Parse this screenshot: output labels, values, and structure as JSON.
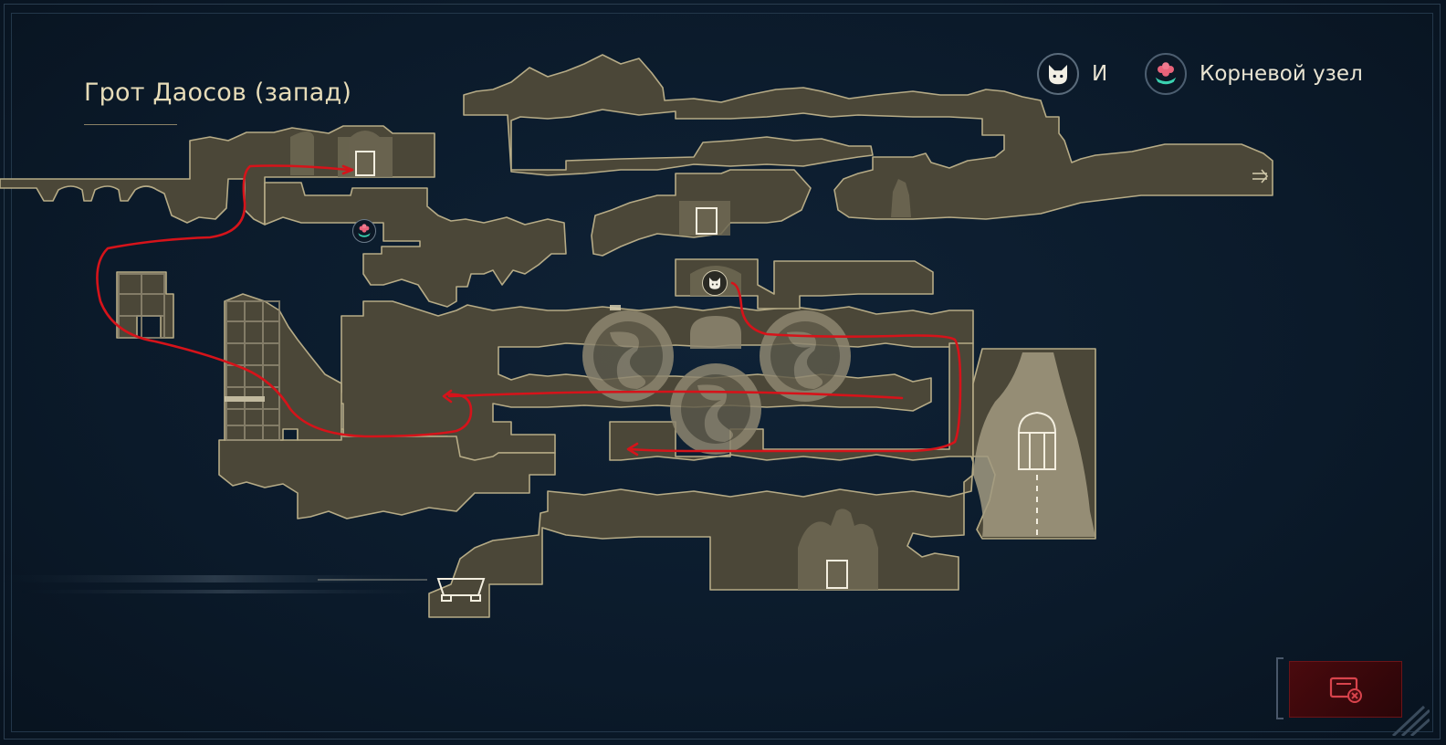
{
  "map": {
    "region_title": "Грот Даосов (запад)",
    "colors": {
      "background": "#0b1a2a",
      "room_fill": "#4b4738",
      "room_outline": "#b6ab86",
      "mural_fill": "#8d8670",
      "route_line": "#d6131a",
      "close_button_fill": "#4a0a0e",
      "close_icon": "#d8434c"
    }
  },
  "legend": {
    "items": [
      {
        "icon": "cat-face-icon",
        "label": "И"
      },
      {
        "icon": "lotus-root-node-icon",
        "label": "Корневой узел"
      }
    ]
  },
  "markers": [
    {
      "icon": "lotus-root-node-icon",
      "type": "root-node"
    },
    {
      "icon": "cat-face-icon",
      "type": "npc"
    },
    {
      "icon": "exit-arrow-icon",
      "type": "exit"
    }
  ],
  "controls": {
    "close_map_icon": "close-map-icon"
  }
}
